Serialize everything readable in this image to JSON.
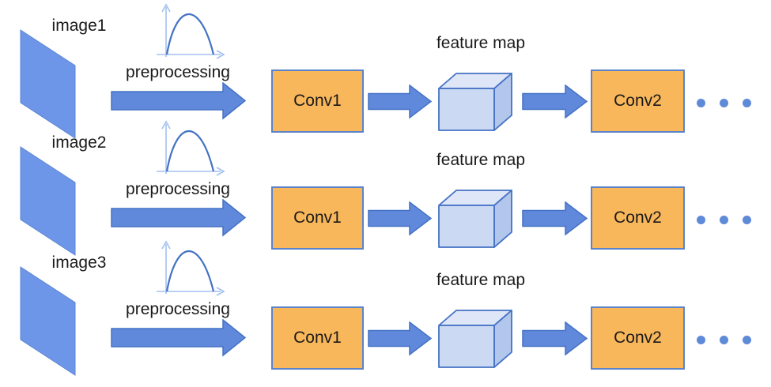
{
  "diagram": {
    "rows": [
      {
        "image_label": "image1"
      },
      {
        "image_label": "image2"
      },
      {
        "image_label": "image3"
      }
    ],
    "labels": {
      "preprocessing": "preprocessing",
      "conv1": "Conv1",
      "feature_map": "feature map",
      "conv2": "Conv2"
    },
    "icons": {
      "image_shape": "parallelogram-image-icon",
      "plot": "distribution-curve-icon",
      "arrow": "block-arrow-right-icon",
      "cube": "feature-map-cube-icon",
      "ellipsis": "ellipsis-dots-icon"
    },
    "ellipsis_dot_count": 3,
    "colors": {
      "image_fill": "#6E96E8",
      "arrow_fill": "#6089DC",
      "outline": "#4472C4",
      "axis": "#A3C0F0",
      "conv_fill": "#F9B75B",
      "conv_border": "#5B83C9",
      "cube_front": "#CCD9F2",
      "cube_top": "#DEE6F8",
      "cube_side": "#B3C6EC",
      "dot": "#5E8AD8",
      "text": "#1A1A1A",
      "background": "#FFFFFF"
    }
  }
}
